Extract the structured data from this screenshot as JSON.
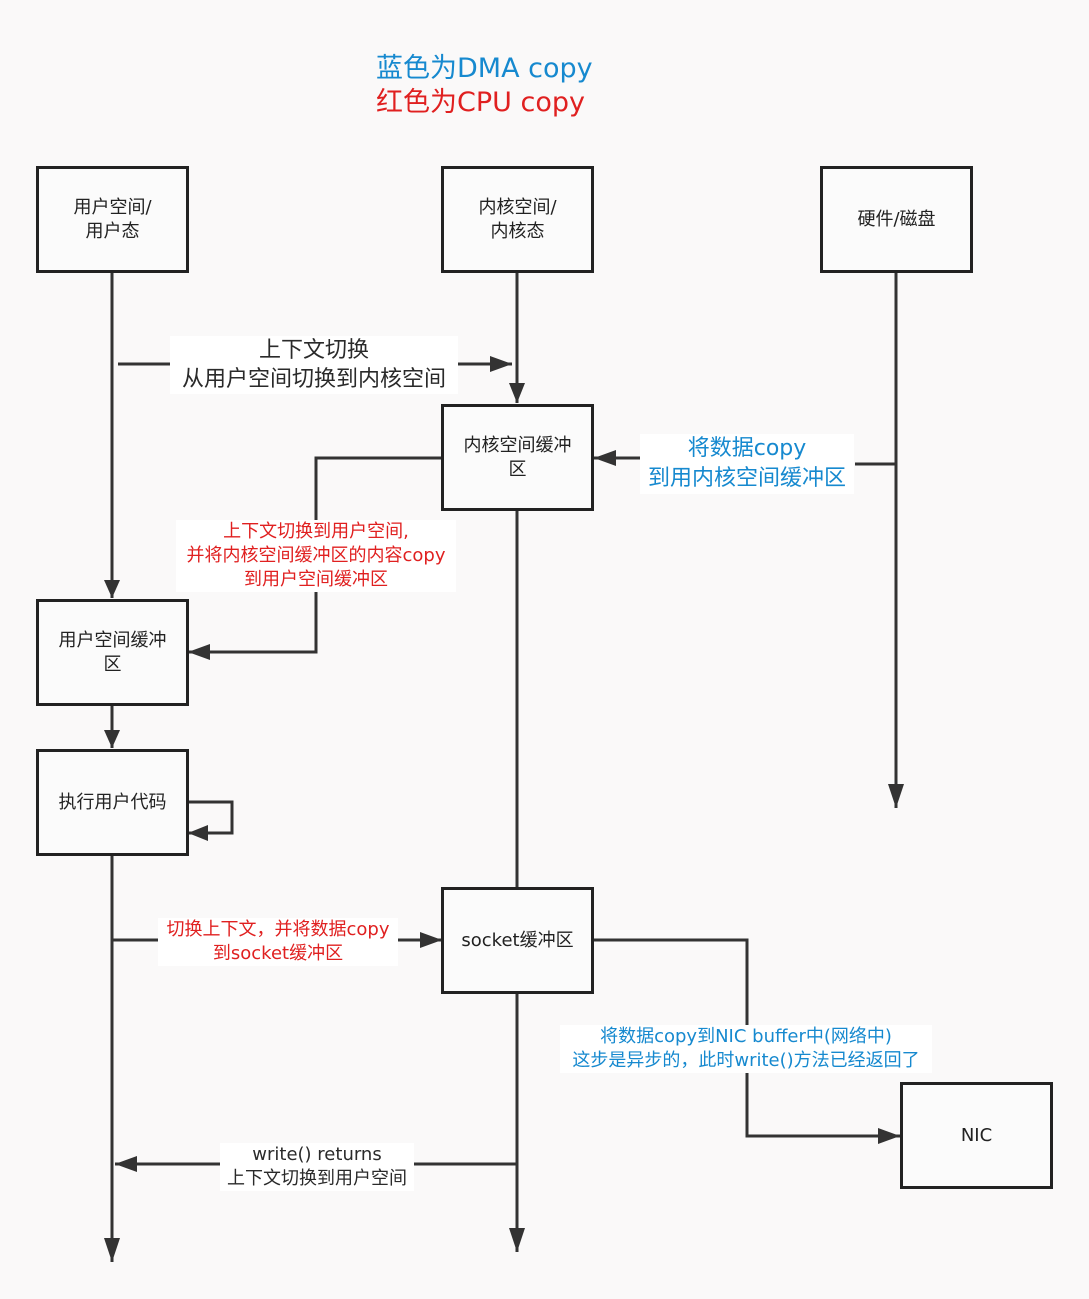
{
  "legend": {
    "blue_text": "蓝色为DMA copy",
    "red_text": "红色为CPU copy"
  },
  "nodes": {
    "user_space": {
      "line1": "用户空间/",
      "line2": "用户态"
    },
    "kernel_space": {
      "line1": "内核空间/",
      "line2": "内核态"
    },
    "hardware": "硬件/磁盘",
    "kernel_buffer": {
      "line1": "内核空间缓冲",
      "line2": "区"
    },
    "user_buffer": {
      "line1": "用户空间缓冲",
      "line2": "区"
    },
    "exec_user_code": "执行用户代码",
    "socket_buffer": "socket缓冲区",
    "nic": "NIC"
  },
  "edge_labels": {
    "context_switch": {
      "line1": "上下文切换",
      "line2": "从用户空间切换到内核空间"
    },
    "dma_to_kernel": {
      "line1": "将数据copy",
      "line2": "到用内核空间缓冲区"
    },
    "cpu_to_user": {
      "line1": "上下文切换到用户空间,",
      "line2": "并将内核空间缓冲区的内容copy",
      "line3": "到用户空间缓冲区"
    },
    "cpu_to_socket": {
      "line1": "切换上下文，并将数据copy",
      "line2": "到socket缓冲区"
    },
    "dma_to_nic": {
      "line1": "将数据copy到NIC buffer中(网络中)",
      "line2": "这步是异步的，此时write()方法已经返回了"
    },
    "write_returns": {
      "line1": "write() returns",
      "line2": "上下文切换到用户空间"
    }
  },
  "colors": {
    "line": "#333333",
    "cpu_copy": "#e02020",
    "dma_copy": "#1689cf"
  }
}
